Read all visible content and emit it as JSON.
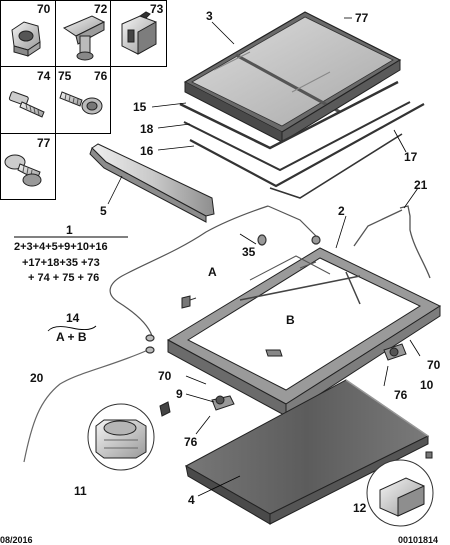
{
  "inset_cells": [
    {
      "label": "70"
    },
    {
      "label": "72"
    },
    {
      "label": "73"
    },
    {
      "label": "74"
    },
    {
      "label": "75"
    },
    {
      "label": "76"
    },
    {
      "label": "77"
    }
  ],
  "callouts": {
    "c1": "1",
    "c2": "2",
    "c3": "3",
    "c4": "4",
    "c5": "5",
    "c9": "9",
    "c10": "10",
    "c11": "11",
    "c12": "12",
    "c14": "14",
    "c15": "15",
    "c16": "16",
    "c17": "17",
    "c18": "18",
    "c20": "20",
    "c21": "21",
    "c35": "35",
    "c70a": "70",
    "c70b": "70",
    "c76a": "76",
    "c76b": "76",
    "c77": "77",
    "cA": "A",
    "cB": "B"
  },
  "formula": {
    "line1": "2+3+4+5+9+10+16",
    "line2": "+17+18+35 +73",
    "line3": "+ 74 + 75 + 76"
  },
  "group14": {
    "line2": "A + B"
  },
  "footer": {
    "date": "08/2016",
    "ref": "00101814"
  },
  "icons": [
    "hex-nut",
    "clip",
    "plastic-fastener",
    "bolt",
    "screw",
    "rivet-screw"
  ]
}
